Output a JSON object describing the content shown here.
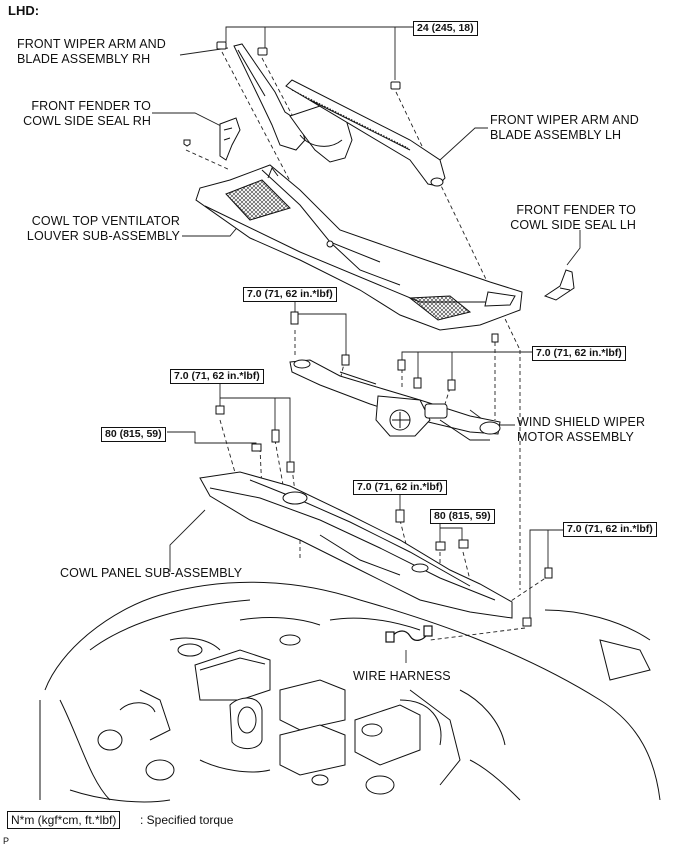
{
  "header": {
    "title": "LHD:"
  },
  "labels": {
    "wiper_rh": [
      "FRONT WIPER ARM AND",
      "BLADE ASSEMBLY RH"
    ],
    "seal_rh": [
      "FRONT FENDER TO",
      "COWL SIDE SEAL RH"
    ],
    "wiper_lh": [
      "FRONT WIPER ARM AND",
      "BLADE ASSEMBLY LH"
    ],
    "seal_lh": [
      "FRONT FENDER TO",
      "COWL SIDE SEAL LH"
    ],
    "louver": [
      "COWL TOP VENTILATOR",
      "LOUVER SUB-ASSEMBLY"
    ],
    "motor": [
      "WIND SHIELD WIPER",
      "MOTOR ASSEMBLY"
    ],
    "cowl_panel": "COWL PANEL SUB-ASSEMBLY",
    "harness": "WIRE HARNESS"
  },
  "torques": {
    "t_wiper_nut": "24 (245, 18)",
    "t_motor_left": "7.0 (71, 62 in.*lbf)",
    "t_motor_right": "7.0 (71, 62 in.*lbf)",
    "t_panel_upper": "7.0 (71, 62 in.*lbf)",
    "t_panel_80_left": "80 (815, 59)",
    "t_panel_mid": "7.0 (71, 62 in.*lbf)",
    "t_panel_80_mid": "80 (815, 59)",
    "t_panel_right": "7.0 (71, 62 in.*lbf)"
  },
  "legend": {
    "unit": "N*m (kgf*cm, ft.*lbf)",
    "text": ": Specified torque"
  },
  "footer": {
    "page_mark": "P"
  }
}
